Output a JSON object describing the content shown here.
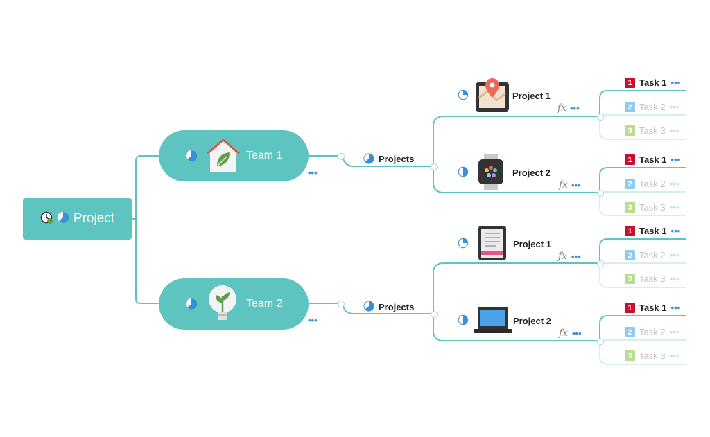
{
  "colors": {
    "topic": "#5ec4c0",
    "line": "#5ec4c0",
    "priority_1": "#c8102e",
    "priority_2": "#8fcaf0",
    "priority_3": "#b9dd8e",
    "more": "#3b8fd6"
  },
  "root": {
    "label": "Project",
    "icons": [
      "clock-progress-icon",
      "pie-progress-icon"
    ]
  },
  "teams": [
    {
      "label": "Team 1",
      "icon": "house-leaf-icon",
      "subtopic": "Projects",
      "projects": [
        {
          "label": "Project 1",
          "icon": "map-pin-icon",
          "progress": 0.25,
          "tasks": [
            {
              "num": "1",
              "label": "Task 1"
            },
            {
              "num": "2",
              "label": "Task 2"
            },
            {
              "num": "3",
              "label": "Task 3"
            }
          ]
        },
        {
          "label": "Project 2",
          "icon": "smartwatch-icon",
          "progress": 0.5,
          "tasks": [
            {
              "num": "1",
              "label": "Task 1"
            },
            {
              "num": "2",
              "label": "Task 2"
            },
            {
              "num": "3",
              "label": "Task 3"
            }
          ]
        }
      ]
    },
    {
      "label": "Team 2",
      "icon": "lightbulb-plant-icon",
      "subtopic": "Projects",
      "projects": [
        {
          "label": "Project 1",
          "icon": "tablet-document-icon",
          "progress": 0.25,
          "tasks": [
            {
              "num": "1",
              "label": "Task 1"
            },
            {
              "num": "2",
              "label": "Task 2"
            },
            {
              "num": "3",
              "label": "Task 3"
            }
          ]
        },
        {
          "label": "Project 2",
          "icon": "laptop-icon",
          "progress": 0.5,
          "tasks": [
            {
              "num": "1",
              "label": "Task 1"
            },
            {
              "num": "2",
              "label": "Task 2"
            },
            {
              "num": "3",
              "label": "Task 3"
            }
          ]
        }
      ]
    }
  ],
  "formula_label": "fx",
  "more_label": "•••"
}
